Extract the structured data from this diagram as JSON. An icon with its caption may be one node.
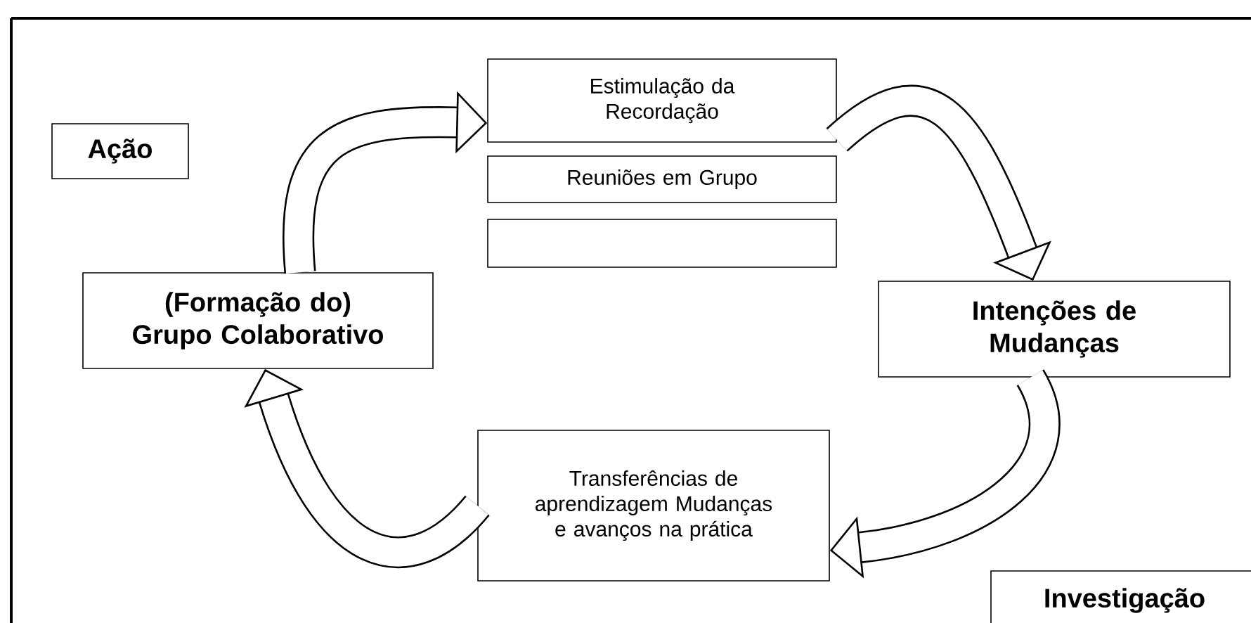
{
  "diagram": {
    "nodes": [
      {
        "text": [
          "Ação"
        ]
      },
      {
        "text": [
          "Estimulação da Recordação"
        ]
      },
      {
        "text": [
          "Reuniões em Grupo"
        ]
      },
      {
        "text": [],
        "shape": "box"
      },
      {
        "text": [
          "(Formação do) Grupo Colaborativo"
        ]
      },
      {
        "text": [
          "Intenções de Mudanças"
        ]
      },
      {
        "text": [
          "Transferências de aprendizagem Mudanças e avanços na prática"
        ]
      },
      {
        "text": [
          "Investigação"
        ]
      }
    ],
    "edges": [
      {
        "from": 4,
        "to": 1,
        "arrow": "to"
      },
      {
        "from": 1,
        "to": 5,
        "arrow": "to"
      },
      {
        "from": 5,
        "to": 6,
        "arrow": "to"
      },
      {
        "from": 6,
        "to": 4,
        "arrow": "to"
      }
    ]
  }
}
